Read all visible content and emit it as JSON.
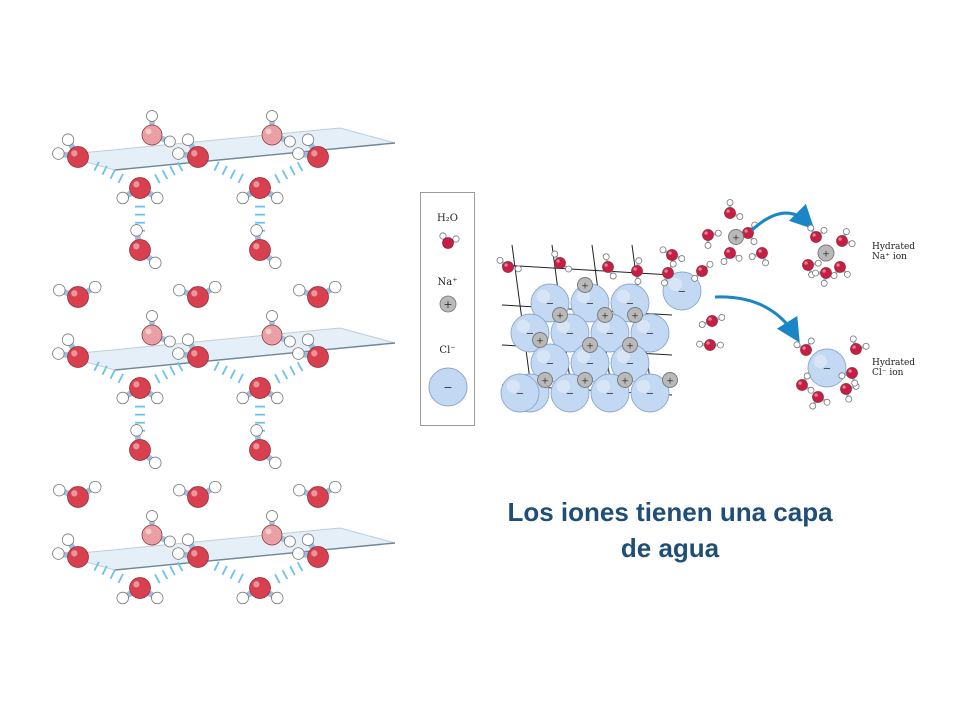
{
  "legend": {
    "water_label": "H₂O",
    "sodium_label": "Na⁺",
    "chloride_label": "Cl⁻"
  },
  "labels": {
    "hydrated_na_line1": "Hydrated",
    "hydrated_na_line2": "Na⁺ ion",
    "hydrated_cl_line1": "Hydrated",
    "hydrated_cl_line2": "Cl⁻ ion"
  },
  "caption": {
    "line1": "Los iones tienen una capa",
    "line2": "de agua"
  },
  "colors": {
    "oxygen": "#d8404f",
    "hydrogen": "#ffffff",
    "bond": "#9fbfe0",
    "hbond": "#6cc3ea",
    "plane": "#cfe3f2",
    "chloride": "#c3d8f2",
    "sodium": "#b9b9b9",
    "arrow": "#1a86c7",
    "caption": "#1f4e79"
  },
  "icons": [
    "oxygen-atom-icon",
    "hydrogen-atom-icon",
    "sodium-ion-icon",
    "chloride-ion-icon",
    "arrow-icon"
  ]
}
